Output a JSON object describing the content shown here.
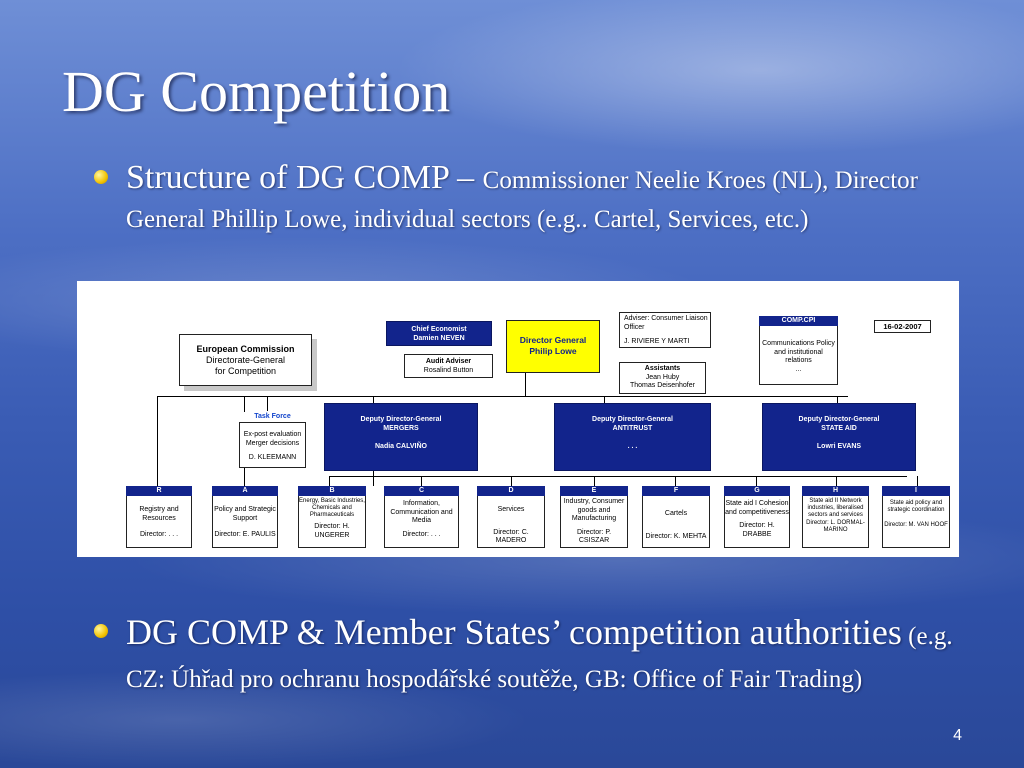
{
  "slide": {
    "title": "DG Competition",
    "bullet1_main": "Structure of DG COMP – ",
    "bullet1_small": "Commissioner Neelie Kroes (NL), Director General Phillip Lowe, individual sectors (e.g.. Cartel, Services, etc.)",
    "bullet2_main": "DG COMP & Member States’ competition authorities",
    "bullet2_small": " (e.g. CZ: Úhřad pro ochranu hospodářské soutěže, GB: Office of Fair Trading)",
    "page_number": "4"
  },
  "org": {
    "ec_line1": "European Commission",
    "ec_line2": "Directorate-General",
    "ec_line3": "for Competition",
    "chief_econ_title": "Chief Economist",
    "chief_econ_name": "Damien NEVEN",
    "dg_title": "Director General",
    "dg_name": "Philip Lowe",
    "adviser_consumer_line1": "Adviser: Consumer Liaison",
    "adviser_consumer_line2": "Officer",
    "adviser_consumer_name": "J. RIVIERE Y MARTI",
    "audit_title": "Audit Adviser",
    "audit_name": "Rosalind Button",
    "assistants_title": "Assistants",
    "assistants_name1": "Jean Huby",
    "assistants_name2": "Thomas Deisenhofer",
    "comp_cpi_title": "COMP.CPI",
    "comp_cpi_line1": "Communications Policy",
    "comp_cpi_line2": "and institutional relations",
    "comp_cpi_dots": "...",
    "date": "16-02-2007",
    "task_force_title": "Task Force",
    "task_force_line1": "Ex-post evaluation",
    "task_force_line2": "Merger decisions",
    "task_force_name": "D. KLEEMANN",
    "ddg": [
      {
        "title": "Deputy Director-General",
        "area": "MERGERS",
        "name": "Nadia CALVIÑO"
      },
      {
        "title": "Deputy Director-General",
        "area": "ANTITRUST",
        "name": ". . ."
      },
      {
        "title": "Deputy Director-General",
        "area": "STATE AID",
        "name": "Lowri  EVANS"
      }
    ],
    "directorates": [
      {
        "letter": "R",
        "desc": "Registry and Resources",
        "director": "Director: . . ."
      },
      {
        "letter": "A",
        "desc": "Policy and Strategic Support",
        "director": "Director: E. PAULIS"
      },
      {
        "letter": "B",
        "desc": "Energy, Basic Industries, Chemicals and Pharmaceuticals",
        "director": "Director: H. UNGERER"
      },
      {
        "letter": "C",
        "desc": "Information, Communication and Media",
        "director": "Director: . . ."
      },
      {
        "letter": "D",
        "desc": "Services",
        "director": "Director: C. MADERO"
      },
      {
        "letter": "E",
        "desc": "Industry, Consumer goods and Manufacturing",
        "director": "Director: P. CSISZAR"
      },
      {
        "letter": "F",
        "desc": "Cartels",
        "director": "Director: K. MEHTA"
      },
      {
        "letter": "G",
        "desc": "State aid I Cohesion and competitiveness",
        "director": "Director: H. DRABBE"
      },
      {
        "letter": "H",
        "desc": "State aid II Network industries, liberalised sectors and services",
        "director": "Director: L. DORMAL-MARINO"
      },
      {
        "letter": "I",
        "desc": "State aid policy and strategic coordination",
        "director": "Director: M. VAN HOOF"
      }
    ]
  },
  "colors": {
    "navy_box": "#12248c",
    "director_general_box": "#ffff00",
    "bullet": "#f2c200"
  }
}
